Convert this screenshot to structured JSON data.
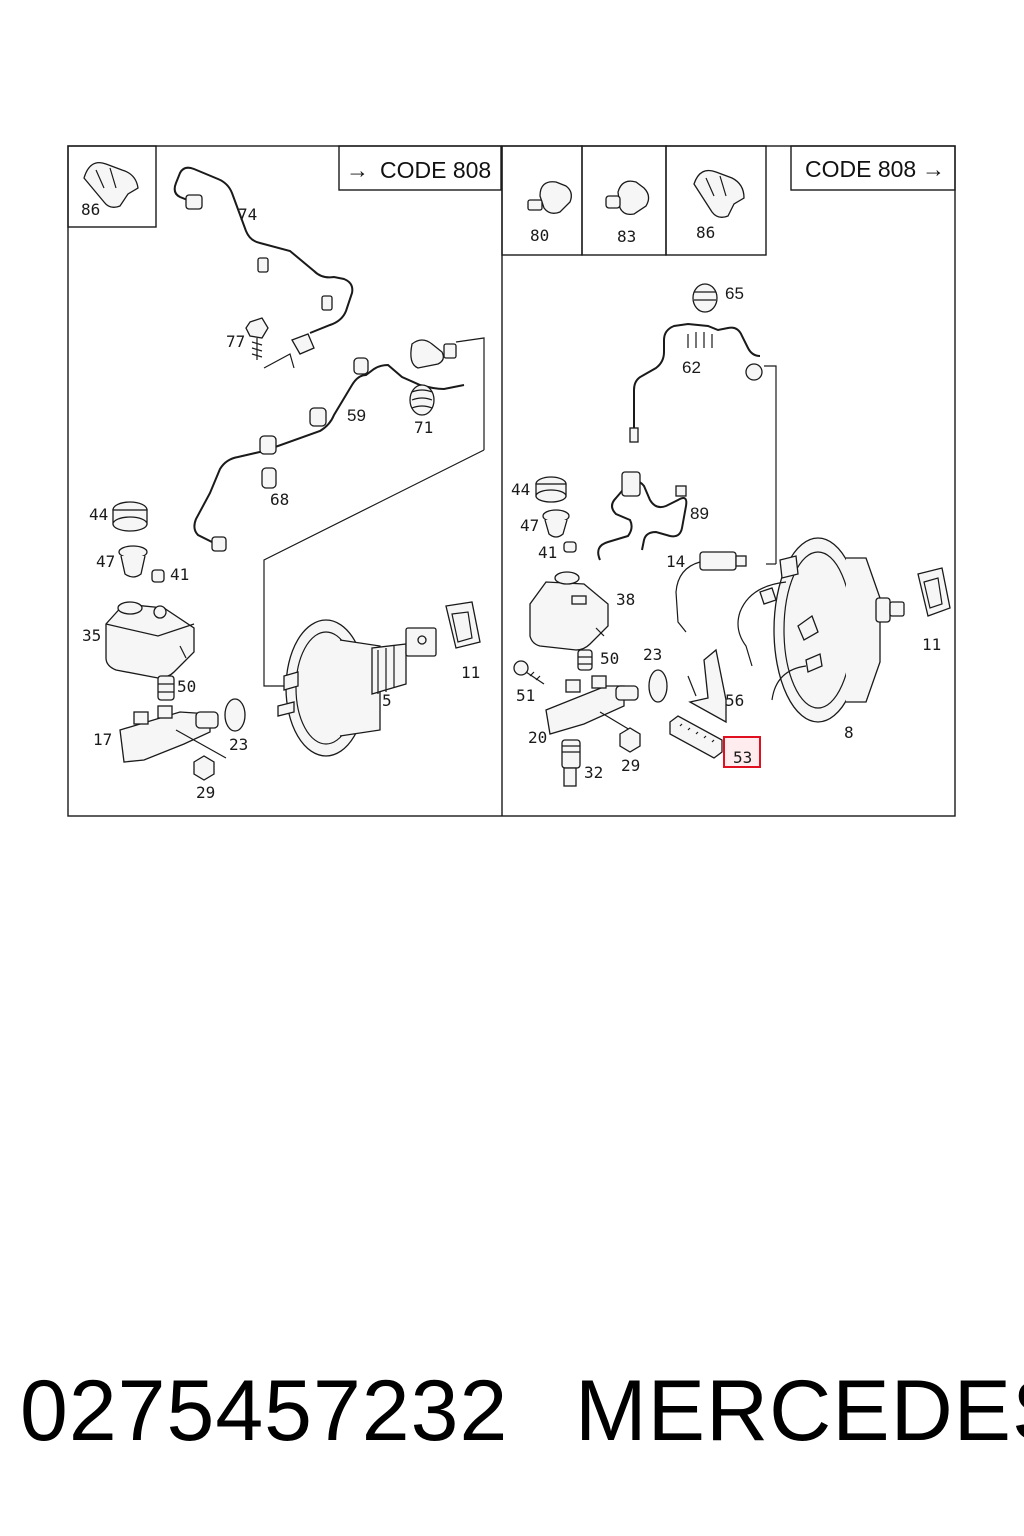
{
  "diagram": {
    "left_panel": {
      "code_label": "CODE 808",
      "inset_labels": [
        "86"
      ],
      "callouts": [
        "74",
        "77",
        "59",
        "71",
        "68",
        "44",
        "47",
        "41",
        "35",
        "50",
        "17",
        "23",
        "29",
        "5",
        "11"
      ]
    },
    "right_panel": {
      "code_label": "CODE 808",
      "inset_labels": [
        "80",
        "83",
        "86"
      ],
      "callouts": [
        "65",
        "62",
        "44",
        "47",
        "41",
        "89",
        "14",
        "38",
        "50",
        "23",
        "51",
        "20",
        "32",
        "29",
        "56",
        "53",
        "8",
        "11"
      ],
      "highlighted_callout": "53"
    }
  },
  "footer": {
    "part_number": "0275457232",
    "brand": "MERCEDES"
  }
}
